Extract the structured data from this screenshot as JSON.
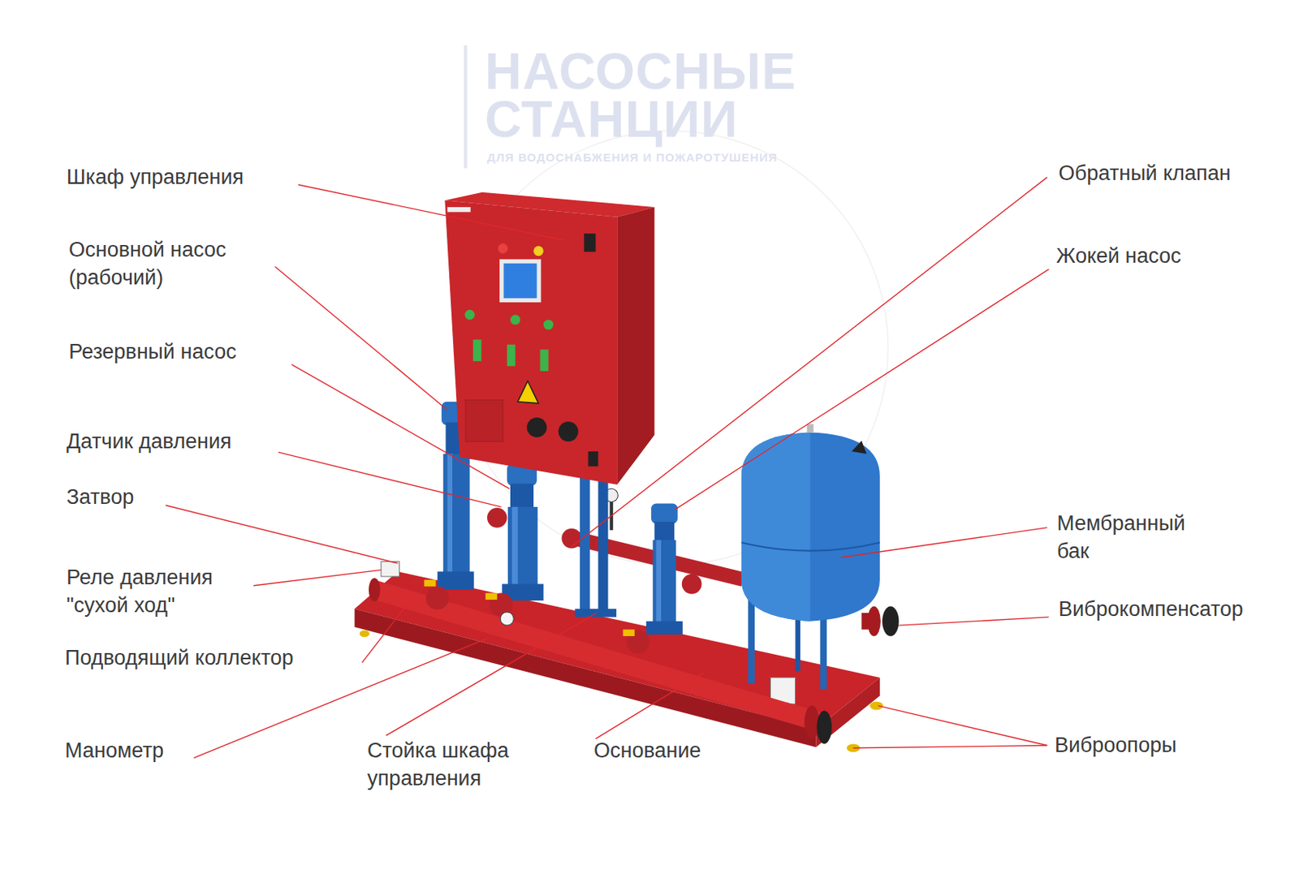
{
  "diagram": {
    "labels": [
      "НАСОСНЫЕ",
      "СТАНЦИИ",
      "ДЛЯ ВОДОСНАБЖЕНИЯ И ПОЖАРОТУШЕНИЯ",
      "Шкаф управления",
      "Основной насос (рабочий)",
      "Резервный насос",
      "Датчик давления",
      "Затвор",
      "Реле давления \"сухой ход\"",
      "Подводящий коллектор",
      "Манометр",
      "Стойка шкафа управления",
      "Основание",
      "Обратный клапан",
      "Жокей насос",
      "Мембранный бак",
      "Виброкомпенсатор",
      "Виброопоры"
    ]
  }
}
